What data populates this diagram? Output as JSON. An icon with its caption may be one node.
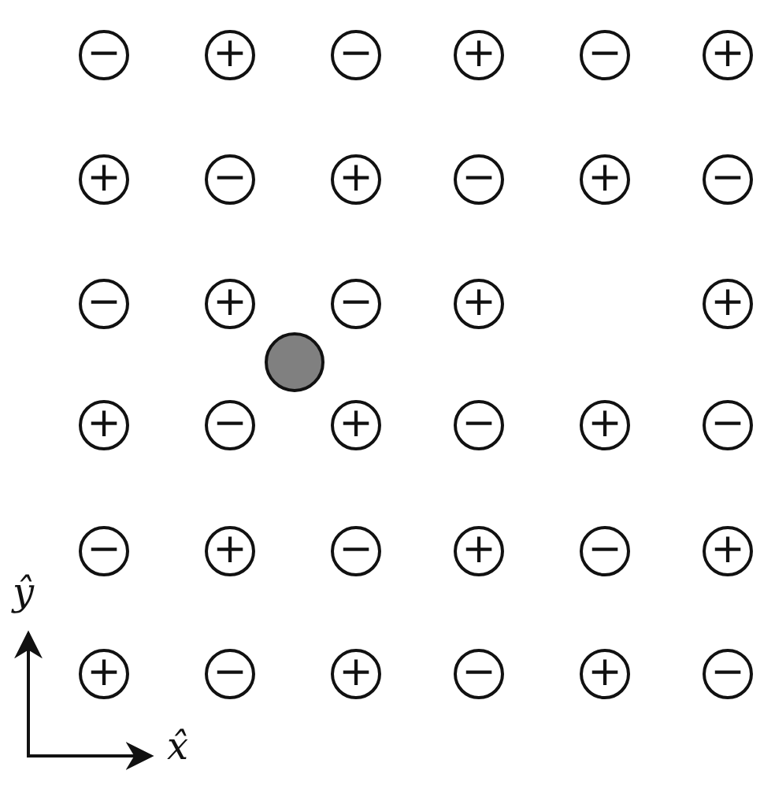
{
  "diagram": {
    "nodes": [
      {
        "text": [
          "−"
        ]
      },
      {
        "text": [
          "+"
        ]
      },
      {
        "text": [
          "−"
        ]
      },
      {
        "text": [
          "+"
        ]
      },
      {
        "text": [
          "−"
        ]
      },
      {
        "text": [
          "+"
        ]
      },
      {
        "text": [
          "+"
        ]
      },
      {
        "text": [
          "−"
        ]
      },
      {
        "text": [
          "+"
        ]
      },
      {
        "text": [
          "−"
        ]
      },
      {
        "text": [
          "+"
        ]
      },
      {
        "text": [
          "−"
        ]
      },
      {
        "text": [
          "−"
        ]
      },
      {
        "text": [
          "+"
        ]
      },
      {
        "text": [
          "−"
        ]
      },
      {
        "text": [
          "+"
        ]
      },
      {
        "text": [
          "+"
        ]
      },
      {
        "text": [],
        "shape": "circle"
      },
      {
        "text": [
          "+"
        ]
      },
      {
        "text": [
          "−"
        ]
      },
      {
        "text": [
          "+"
        ]
      },
      {
        "text": [
          "−"
        ]
      },
      {
        "text": [
          "+"
        ]
      },
      {
        "text": [
          "−"
        ]
      },
      {
        "text": [
          "−"
        ]
      },
      {
        "text": [
          "+"
        ]
      },
      {
        "text": [
          "−"
        ]
      },
      {
        "text": [
          "+"
        ]
      },
      {
        "text": [
          "−"
        ]
      },
      {
        "text": [
          "+"
        ]
      },
      {
        "text": [
          "+"
        ]
      },
      {
        "text": [
          "−"
        ]
      },
      {
        "text": [
          "+"
        ]
      },
      {
        "text": [
          "−"
        ]
      },
      {
        "text": [
          "+"
        ]
      },
      {
        "text": [
          "−"
        ]
      }
    ],
    "labels": [
      "ŷ",
      "x̂"
    ]
  }
}
